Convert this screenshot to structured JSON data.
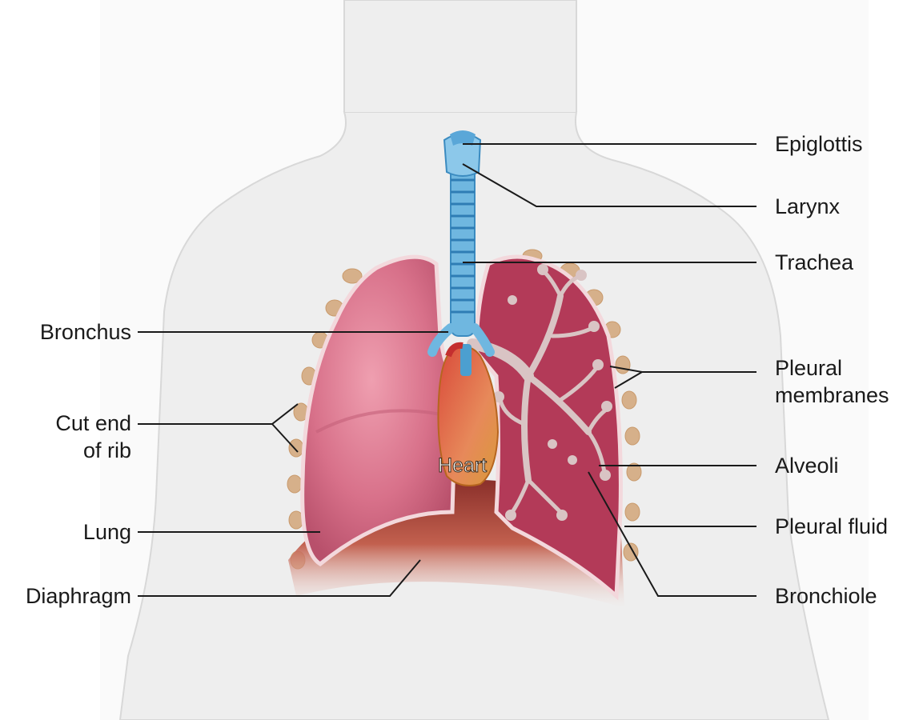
{
  "labels": {
    "epiglottis": "Epiglottis",
    "larynx": "Larynx",
    "trachea": "Trachea",
    "bronchus": "Bronchus",
    "pleural_membranes_line1": "Pleural",
    "pleural_membranes_line2": "membranes",
    "cut_end_line1": "Cut end",
    "cut_end_line2": "of rib",
    "alveoli": "Alveoli",
    "heart": "Heart",
    "lung": "Lung",
    "pleural_fluid": "Pleural fluid",
    "diaphragm": "Diaphragm",
    "bronchiole": "Bronchiole"
  },
  "colors": {
    "background": "#ffffff",
    "body_silhouette": "#f2f2f2",
    "lung_outer": "#d97a8f",
    "lung_inner": "#b03a55",
    "alveoli_tree": "#d9c4c4",
    "trachea": "#6fb7e0",
    "diaphragm": "#c0594a",
    "rib_segment": "#d6b08a",
    "leader_line": "#1a1a1a"
  }
}
